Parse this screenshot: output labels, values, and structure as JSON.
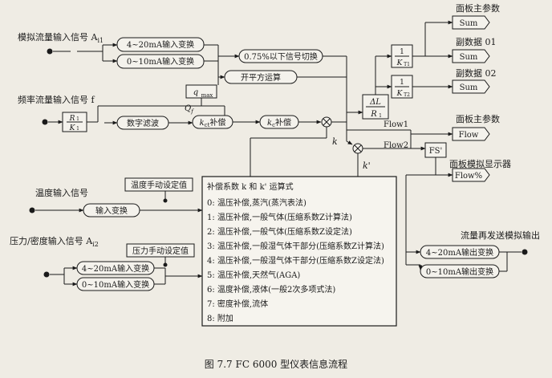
{
  "inputs": {
    "analog_flow": "模拟流量输入信号 A",
    "analog_flow_sub": "i1",
    "freq_flow": "频率流量输入信号 f",
    "temp": "温度输入信号",
    "pressure": "压力/密度输入信号 A",
    "pressure_sub": "i2"
  },
  "blocks": {
    "in_4_20": "4~20mA输入变换",
    "in_0_10": "0~10mA输入变换",
    "cutoff": "0.75%以下信号切换",
    "sqrt": "开平方运算",
    "qmax": "q",
    "qmax_sub": "max",
    "r1_k1_top": "R",
    "r1_k1_top_sub": "1",
    "r1_k1_bot": "K",
    "r1_k1_bot_sub": "1",
    "digital_filter": "数字滤波",
    "kc_comp_pre": "k",
    "kc_comp_sub": "ct",
    "kc_comp_post": "补偿",
    "kc2_pre": "k",
    "kc2_sub": "c",
    "kc2_post": "补偿",
    "temp_conv": "输入变换",
    "temp_manual": "温度手动设定值",
    "pres_manual": "压力手动设定值",
    "pin_4_20": "4~20mA输入变换",
    "pin_0_10": "0~10mA输入变换",
    "delta_l_top": "ΔL",
    "delta_l_bot": "R",
    "delta_l_bot_sub": "1",
    "kt1_top": "1",
    "kt1_bot": "K",
    "kt1_bot_sub": "T1",
    "kt2_top": "1",
    "kt2_bot": "K",
    "kt2_bot_sub": "T2",
    "fs": "FS'",
    "out_4_20": "4~20mA输出变换",
    "out_0_10": "0~10mA输出变换"
  },
  "labels": {
    "qf": "Q",
    "qf_sub": "f",
    "k": "k",
    "k_prime": "k'",
    "flow1": "Flow1",
    "flow2": "Flow2"
  },
  "outputs": {
    "panel_main": "面板主参数",
    "sum1": "Sum",
    "sub1": "副数据 01",
    "sum2": "Sum",
    "sub2": "副数据 02",
    "sum3": "Sum",
    "panel_main2": "面板主参数",
    "flow": "Flow",
    "analog_display": "面板模拟显示器",
    "flow_pct": "Flow%",
    "retransmit": "流量再发送模拟输出"
  },
  "comp_box": {
    "title": "补偿系数 k 和 k' 运算式",
    "items": [
      "0: 温压补偿,蒸汽(蒸汽表法)",
      "1: 温压补偿,一般气体(压缩系数Z计算法)",
      "2: 温压补偿,一般气体(压缩系数Z设定法)",
      "3: 温压补偿,一般湿气体干部分(压缩系数Z计算法)",
      "4: 温压补偿,一般湿气体干部分(压缩系数Z设定法)",
      "5: 温压补偿,天然气(AGA)",
      "6: 温度补偿,液体(一般2次多项式法)",
      "7: 密度补偿,流体",
      "8: 附加"
    ]
  },
  "caption": "图 7.7   FC 6000 型仪表信息流程"
}
